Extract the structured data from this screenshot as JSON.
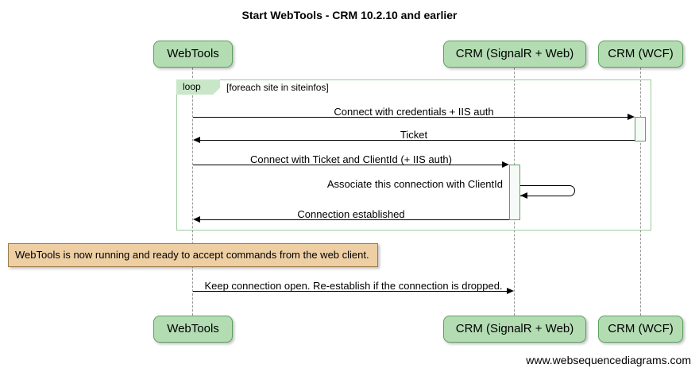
{
  "title": "Start WebTools - CRM 10.2.10 and earlier",
  "actors": [
    {
      "label": "WebTools"
    },
    {
      "label": "CRM (SignalR + Web)"
    },
    {
      "label": "CRM (WCF)"
    }
  ],
  "loop": {
    "label": "loop",
    "condition": "[foreach site in siteinfos]"
  },
  "messages": [
    {
      "label": "Connect with credentials + IIS auth",
      "from": "WebTools",
      "to": "CRM (WCF)"
    },
    {
      "label": "Ticket",
      "from": "CRM (WCF)",
      "to": "WebTools"
    },
    {
      "label": "Connect with Ticket and ClientId (+ IIS auth)",
      "from": "WebTools",
      "to": "CRM (SignalR + Web)"
    },
    {
      "label": "Associate this connection with ClientId",
      "from": "CRM (SignalR + Web)",
      "to": "CRM (SignalR + Web)",
      "self": true
    },
    {
      "label": "Connection established",
      "from": "CRM (SignalR + Web)",
      "to": "WebTools"
    },
    {
      "label": "Keep connection open. Re-establish if the connection is dropped.",
      "from": "WebTools",
      "to": "CRM (SignalR + Web)"
    }
  ],
  "note": {
    "text": "WebTools is now running and ready to accept commands from the web client."
  },
  "footer": {
    "text": "www.websequencediagrams.com"
  },
  "colors": {
    "actor_fill": "#b3dcb3",
    "actor_border": "#5f9f5f",
    "loop_border": "#9ccc9c",
    "loop_tab_fill": "#c9e6c9",
    "note_fill": "#eecfa4",
    "note_border": "#9b7b4b",
    "lifeline": "#999999",
    "arrow": "#000000"
  }
}
